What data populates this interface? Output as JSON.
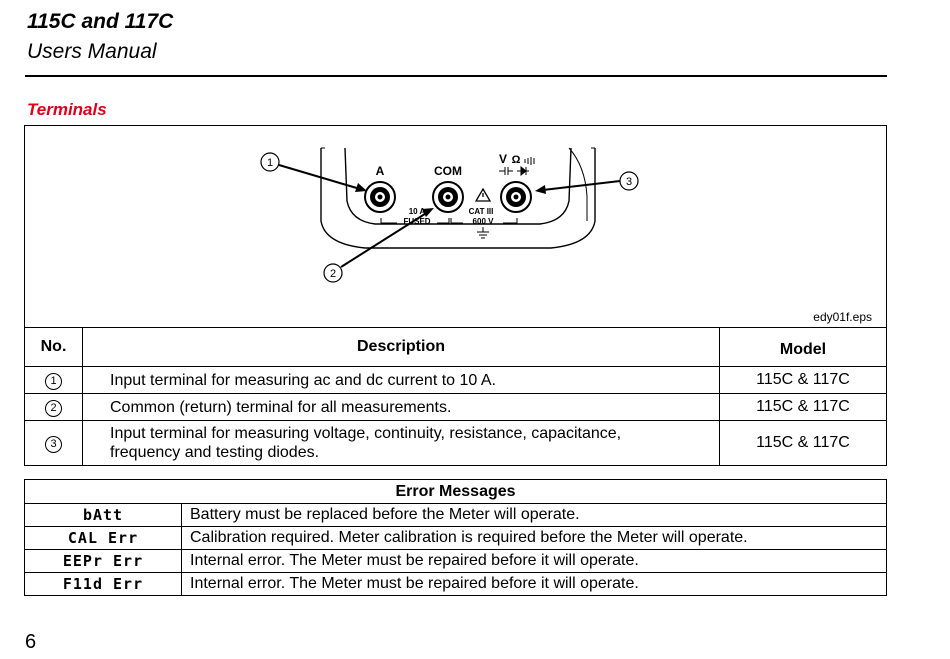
{
  "header": {
    "title": "115C and 117C",
    "subtitle": "Users Manual"
  },
  "section_title": "Terminals",
  "figure": {
    "label": "edy01f.eps",
    "callouts": [
      "1",
      "2",
      "3"
    ],
    "jack_labels": {
      "a": "A",
      "com": "COM",
      "v": "V",
      "ohm": "Ω",
      "fused": "10 A",
      "fused2": "FUSED",
      "cat": "CAT III",
      "volts": "600 V"
    }
  },
  "terminals_table": {
    "headers": {
      "no": "No.",
      "description": "Description",
      "model": "Model"
    },
    "rows": [
      {
        "no": "1",
        "description": "Input terminal for measuring ac and dc current to 10 A.",
        "model": "115C & 117C"
      },
      {
        "no": "2",
        "description": "Common (return) terminal for all measurements.",
        "model": "115C & 117C"
      },
      {
        "no": "3",
        "description": "Input terminal for measuring voltage, continuity, resistance, capacitance, frequency and testing diodes.",
        "model": "115C & 117C"
      }
    ]
  },
  "errors_table": {
    "header": "Error Messages",
    "rows": [
      {
        "code": "bAtt",
        "message": "Battery must be replaced before the Meter will operate."
      },
      {
        "code": "CAL Err",
        "message": "Calibration required. Meter calibration is required before the Meter will operate."
      },
      {
        "code": "EEPr Err",
        "message": "Internal error. The Meter must be repaired before it will operate."
      },
      {
        "code": "F11d Err",
        "message": "Internal error. The Meter must be repaired before it will operate."
      }
    ]
  },
  "page_number": "6"
}
